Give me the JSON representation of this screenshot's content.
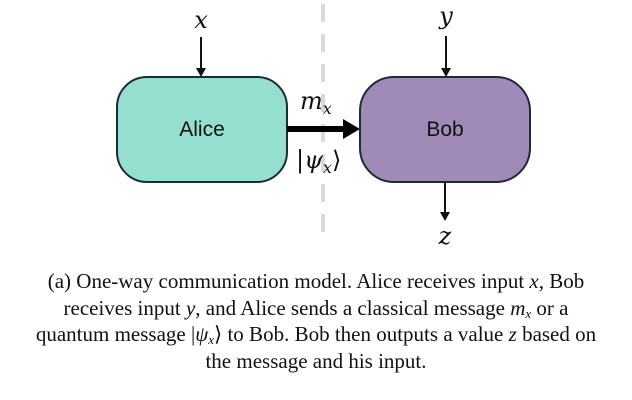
{
  "diagram": {
    "alice": {
      "label": "Alice",
      "color": "#94dfd0"
    },
    "bob": {
      "label": "Bob",
      "color": "#a08ab8"
    },
    "input_x": "x",
    "input_y": "y",
    "output_z": "z",
    "classical_message": {
      "base": "m",
      "subscript": "x"
    },
    "quantum_message": {
      "open": "|ψ",
      "subscript": "x",
      "close": "⟩"
    },
    "divider_color": "#d9d9d9",
    "stroke_color": "#1c2b36"
  },
  "caption": {
    "prefix": "(a) One-way communication model. Alice receives input ",
    "x": "x",
    "part2": ", Bob receives input ",
    "y": "y",
    "part3": ", and Alice sends a classical message ",
    "m": "m",
    "m_sub": "x",
    "part4": " or a quantum message |",
    "psi": "ψ",
    "psi_sub": "x",
    "part5": "⟩ to Bob. Bob then outputs a value ",
    "z": "z",
    "part6": " based on the message and his input."
  }
}
